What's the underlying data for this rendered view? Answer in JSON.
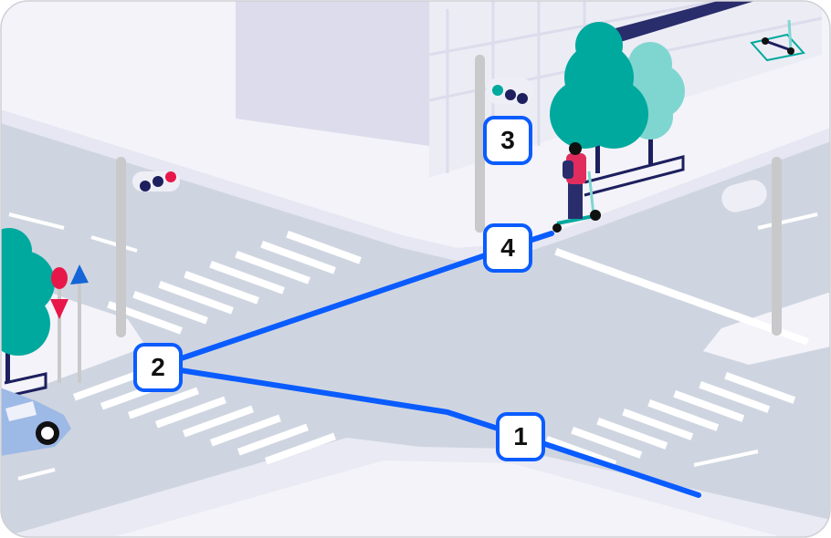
{
  "route": {
    "steps": [
      {
        "label": "1"
      },
      {
        "label": "2"
      },
      {
        "label": "3"
      },
      {
        "label": "4"
      }
    ]
  },
  "colors": {
    "route": "#0a5cff",
    "road": "#cfd5e0",
    "sidewalk": "#f3f3f9",
    "building": "#dcdcec",
    "tree": "#00a99d",
    "tree_light": "#7fd6d0",
    "navy": "#1d1f5e",
    "red": "#e8174a"
  }
}
